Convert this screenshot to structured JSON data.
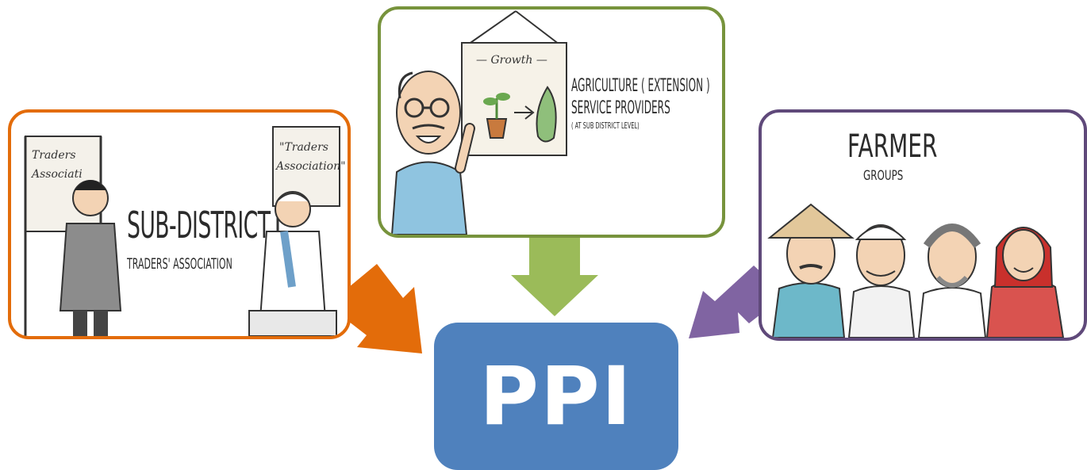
{
  "nodes": {
    "traders": {
      "title": "SUB-DISTRICT",
      "subtitle": "TRADERS' ASSOCIATION",
      "sign_left": [
        "Traders",
        "Associati"
      ],
      "sign_right": [
        "\"Traders",
        "Association\""
      ],
      "border_color": "#e36c0a"
    },
    "extension": {
      "line1": "AGRICULTURE ( EXTENSION )",
      "line2": "SERVICE PROVIDERS",
      "line3": "( AT SUB DISTRICT LEVEL)",
      "sign_text": "— Growth —",
      "border_color": "#77933c"
    },
    "farmers": {
      "title": "FARMER",
      "subtitle": "GROUPS",
      "border_color": "#5f497a"
    }
  },
  "center": {
    "label": "PPI",
    "fill_color": "#4f81bd"
  },
  "arrows": [
    {
      "from": "traders",
      "to": "center",
      "color": "#e36c0a"
    },
    {
      "from": "extension",
      "to": "center",
      "color": "#9bbb59"
    },
    {
      "from": "farmers",
      "to": "center",
      "color": "#8064a2"
    }
  ]
}
